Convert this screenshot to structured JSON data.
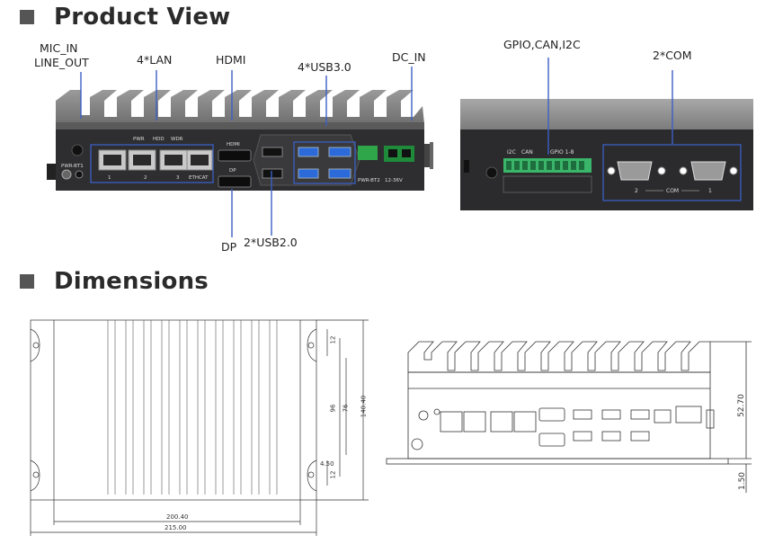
{
  "sections": {
    "product_view": "Product View",
    "dimensions": "Dimensions"
  },
  "callouts": {
    "mic_in": "MIC_IN",
    "line_out": "LINE_OUT",
    "lan": "4*LAN",
    "hdmi": "HDMI",
    "usb30": "4*USB3.0",
    "dc_in": "DC_IN",
    "dp": "DP",
    "usb20": "2*USB2.0",
    "gpio_can_i2c": "GPIO,CAN,I2C",
    "com": "2*COM"
  },
  "front_panel": {
    "pwr_bt1": "PWR-BT1",
    "pwr": "PWR",
    "hdd": "HDD",
    "wdr": "WDR",
    "hdmi": "HDMI",
    "dp": "DP",
    "ethcat": "ETHCAT",
    "pwr_bt2": "PWR-BT2",
    "voltage": "12-36V",
    "lan_1": "1",
    "lan_2": "2",
    "lan_3": "3"
  },
  "rear_panel": {
    "i2c": "I2C",
    "can": "CAN",
    "gpio": "GPIO 1-8",
    "com_label": "COM",
    "com_1": "1",
    "com_2": "2"
  },
  "dims": {
    "d12_top": "12",
    "d76": "76",
    "d96": "96",
    "d140": "140.40",
    "d4_50": "4.50",
    "d12_bot": "12",
    "d200": "200.40",
    "d215": "215.00",
    "d52": "52.70",
    "d1_50": "1.50"
  }
}
